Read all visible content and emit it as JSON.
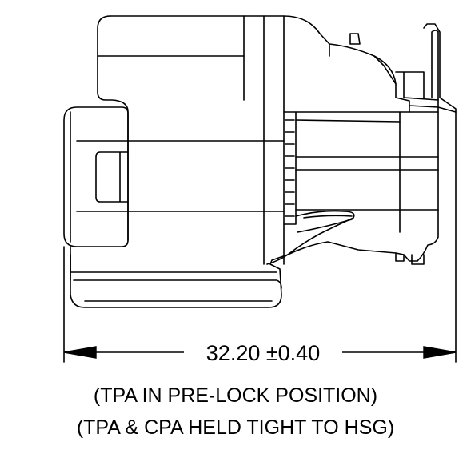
{
  "dimension": {
    "value_text": "32.20 ±0.40"
  },
  "captions": [
    "(TPA IN PRE-LOCK POSITION)",
    "(TPA & CPA HELD TIGHT TO HSG)"
  ]
}
